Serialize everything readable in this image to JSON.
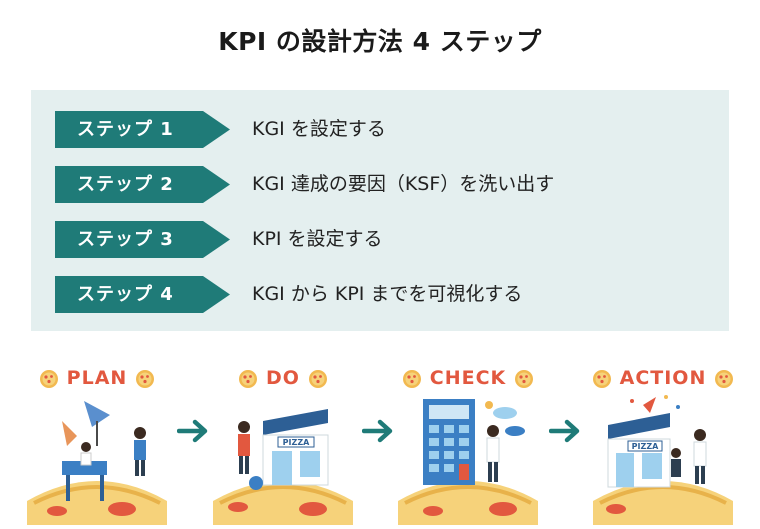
{
  "title": "KPI の設計方法 4 ステップ",
  "steps": [
    {
      "tag": "ステップ 1",
      "text": "KGI を設定する"
    },
    {
      "tag": "ステップ 2",
      "text": "KGI 達成の要因（KSF）を洗い出す"
    },
    {
      "tag": "ステップ 3",
      "text": "KPI を設定する"
    },
    {
      "tag": "ステップ 4",
      "text": "KGI から KPI までを可視化する"
    }
  ],
  "pdca": [
    {
      "label": "PLAN",
      "sign": ""
    },
    {
      "label": "DO",
      "sign": "PIZZA"
    },
    {
      "label": "CHECK",
      "sign": ""
    },
    {
      "label": "ACTION",
      "sign": "PIZZA"
    }
  ],
  "colors": {
    "panel_bg": "#e4efef",
    "tag_bg": "#1f7b78",
    "arrow": "#1f7b78",
    "phase_label": "#e2583f"
  },
  "icons": [
    "pizza-icon",
    "arrow-right-icon",
    "satellite-dish-icon",
    "shop-icon",
    "calculator-icon",
    "person-icon"
  ]
}
